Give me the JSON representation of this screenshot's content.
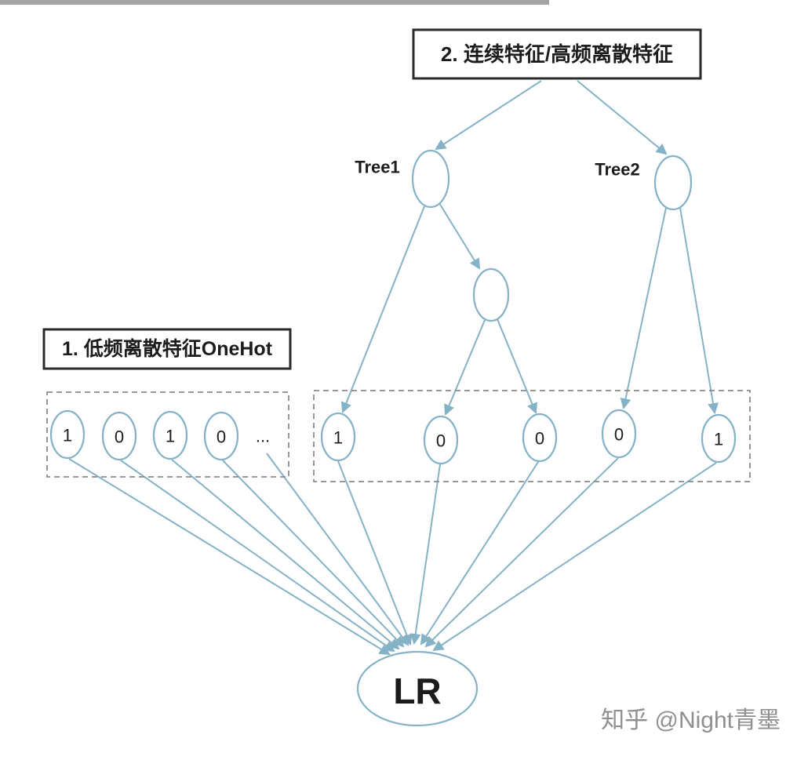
{
  "labels": {
    "box2_title": "2. 连续特征/高频离散特征",
    "box1_title": "1. 低频离散特征OneHot",
    "tree1": "Tree1",
    "tree2": "Tree2",
    "lr": "LR",
    "watermark": "知乎 @Night青墨"
  },
  "onehot": {
    "values": [
      "1",
      "0",
      "1",
      "0"
    ],
    "ellipsis": "..."
  },
  "tree_leaves": {
    "values": [
      "1",
      "0",
      "0",
      "0",
      "1"
    ]
  },
  "colors": {
    "accent": "#85b2c6",
    "box_border": "#2a2a2a",
    "dashed": "#8a8a8a",
    "text": "#1c1c1c",
    "watermark": "#8f8f8f",
    "background": "#ffffff",
    "artifact": "#a3a3a3"
  }
}
